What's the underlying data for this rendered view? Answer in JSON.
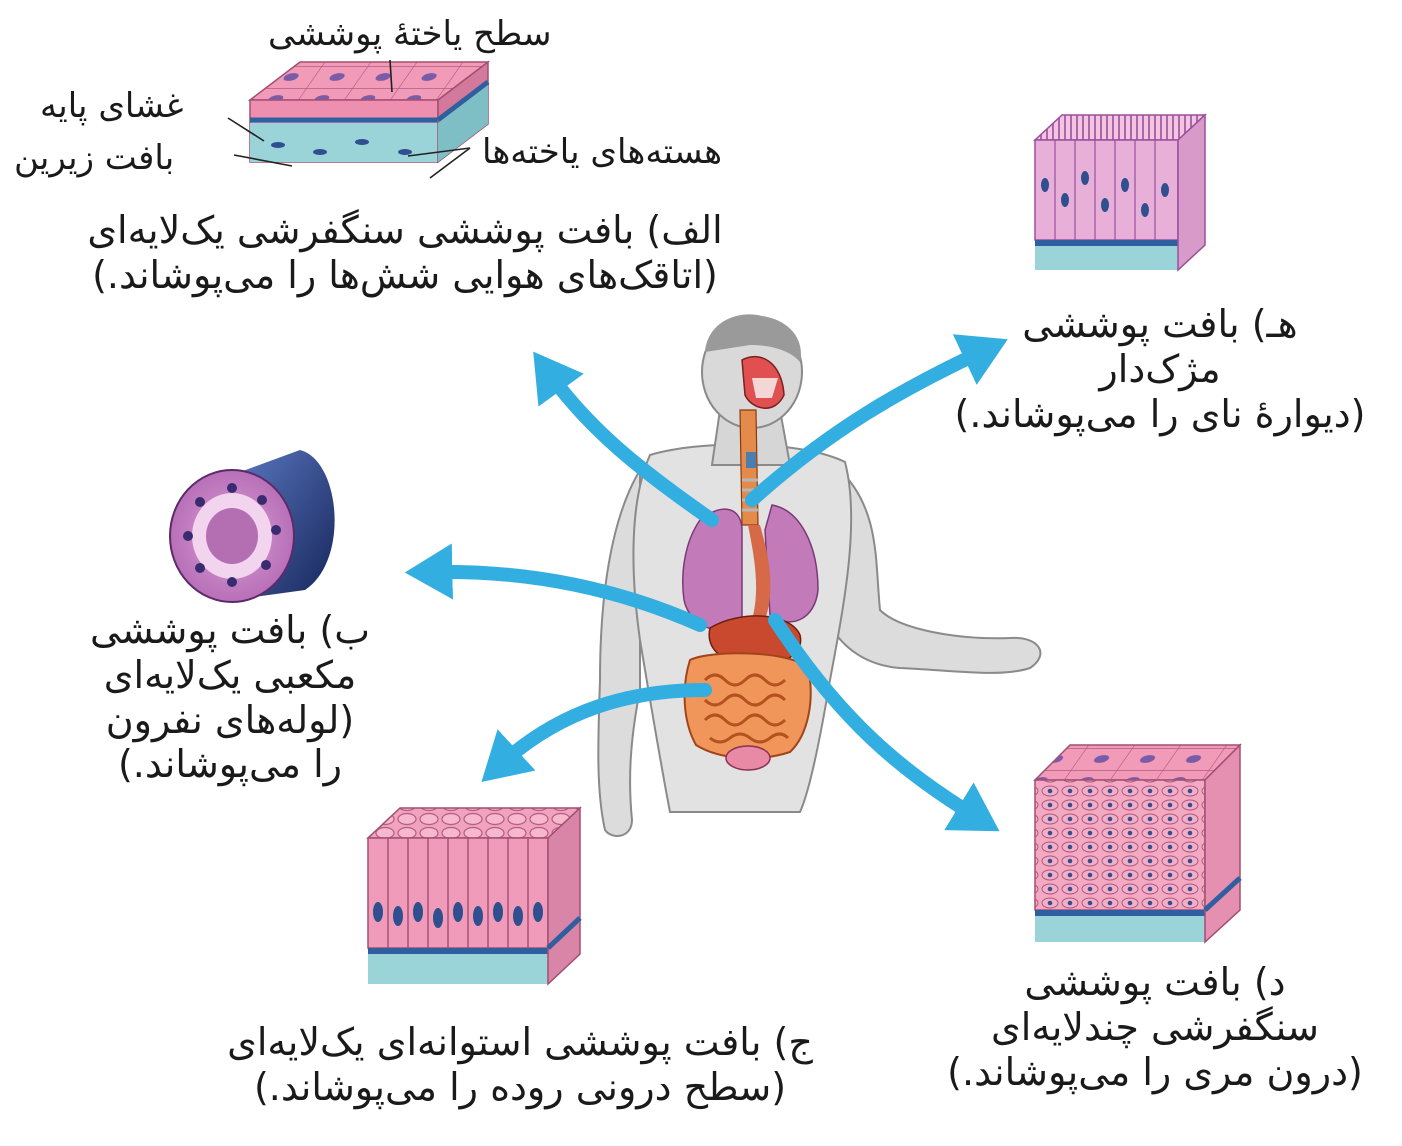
{
  "labels": {
    "a": {
      "line1": "الف) بافت پوششی سنگفرشی یک‌لایه‌ای",
      "line2": "(اتاقک‌های هوایی شش‌ها را می‌پوشاند.)",
      "callouts": {
        "surface": "سطح یاختهٔ پوششی",
        "basement": "غشای پایه",
        "underlying": "بافت زیرین",
        "nuclei": "هسته‌های یاخته‌ها"
      }
    },
    "b": {
      "line1": "ب) بافت پوششی",
      "line2": "مکعبی یک‌لایه‌ای",
      "line3": "(لوله‌های نفرون",
      "line4": "را می‌پوشاند.)"
    },
    "c": {
      "line1": "ج) بافت پوششی استوانه‌ای یک‌لایه‌ای",
      "line2": "(سطح درونی روده را می‌پوشاند.)"
    },
    "d": {
      "line1": "د) بافت پوششی",
      "line2": "سنگفرشی چندلایه‌ای",
      "line3": "(درون مری را می‌پوشاند.)"
    },
    "e": {
      "line1": "هـ) بافت پوششی",
      "line2": "مژک‌دار",
      "line3": "(دیوارهٔ نای را می‌پوشاند.)"
    }
  },
  "colors": {
    "arrow": "#33aee0",
    "cell_pink": "#f29bb8",
    "nucleus": "#3a4d8f",
    "basement": "#2f5f9e",
    "connective": "#9ad3d8",
    "body_skin": "#d8d8d8",
    "lung": "#c27ab8",
    "intestine": "#f0965a"
  }
}
